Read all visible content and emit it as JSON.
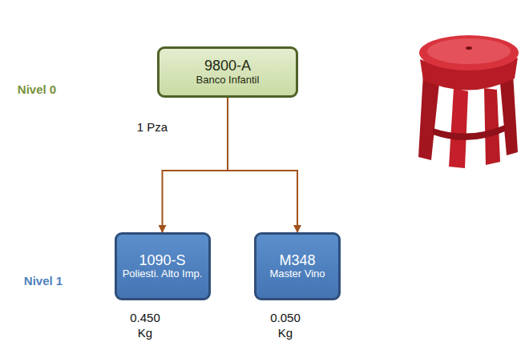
{
  "diagram": {
    "nodes": [
      {
        "text": [
          "9800-A",
          "Banco Infantil"
        ]
      },
      {
        "text": [
          "1090-S",
          "Poliesti. Alto Imp."
        ]
      },
      {
        "text": [
          "M348",
          "Master Vino"
        ]
      }
    ],
    "edges": [
      {
        "from": 0,
        "to": 1,
        "arrow": "to"
      },
      {
        "from": 0,
        "to": 2,
        "arrow": "to"
      }
    ],
    "labels": [
      "Nivel 0",
      "1 Pza",
      "Nivel 1",
      "0.450 Kg",
      "0.050 Kg"
    ]
  }
}
